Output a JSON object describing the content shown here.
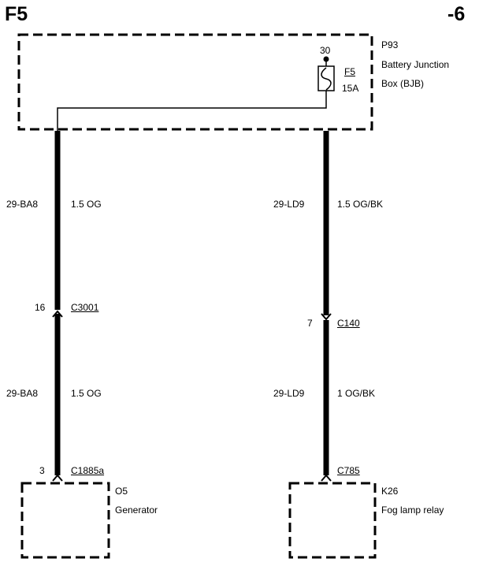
{
  "page": {
    "title": "F5",
    "sheet": "-6"
  },
  "junction_box": {
    "ref": "P93",
    "name_line1": "Battery Junction",
    "name_line2": "Box (BJB)",
    "pin": "30",
    "fuse_id": "F5",
    "fuse_rating": "15A"
  },
  "left_circuit": {
    "upper_wire": {
      "circuit": "29-BA8",
      "spec": "1.5 OG"
    },
    "inline_connector": {
      "pin": "16",
      "ref": "C3001"
    },
    "lower_wire": {
      "circuit": "29-BA8",
      "spec": "1.5 OG"
    },
    "end_connector": {
      "pin": "3",
      "ref": "C1885a"
    },
    "component": {
      "ref": "O5",
      "name": "Generator"
    }
  },
  "right_circuit": {
    "upper_wire": {
      "circuit": "29-LD9",
      "spec": "1.5 OG/BK"
    },
    "inline_connector": {
      "pin": "7",
      "ref": "C140"
    },
    "lower_wire": {
      "circuit": "29-LD9",
      "spec": "1 OG/BK"
    },
    "end_connector": {
      "ref": "C785"
    },
    "component": {
      "ref": "K26",
      "name": "Fog lamp relay"
    }
  },
  "colors": {
    "ink": "#000000",
    "background": "#ffffff"
  }
}
